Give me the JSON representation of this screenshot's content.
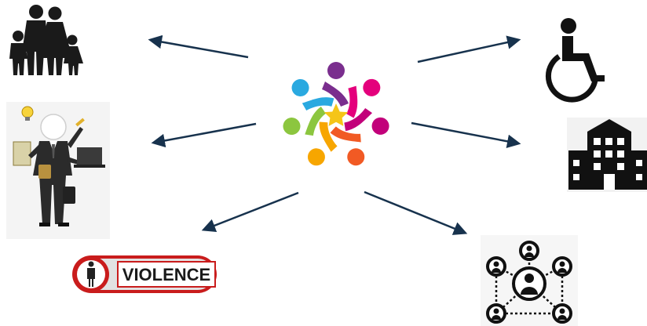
{
  "diagram": {
    "center": {
      "icon": "diversity-people-circle-with-star-icon"
    },
    "nodes": [
      {
        "id": "family",
        "icon": "family-icon"
      },
      {
        "id": "businessman",
        "icon": "multitasking-businessman-icon"
      },
      {
        "id": "violence",
        "icon": "violence-sign-icon",
        "label": "VIOLENCE"
      },
      {
        "id": "disability",
        "icon": "wheelchair-icon"
      },
      {
        "id": "school",
        "icon": "school-building-icon"
      },
      {
        "id": "network",
        "icon": "people-network-icon"
      }
    ],
    "arrow_color": "#17324d",
    "palette": [
      "#f7a600",
      "#e4007c",
      "#7a2e8e",
      "#2aa9e0",
      "#8cc63f",
      "#f15a24",
      "#f5c518"
    ]
  }
}
